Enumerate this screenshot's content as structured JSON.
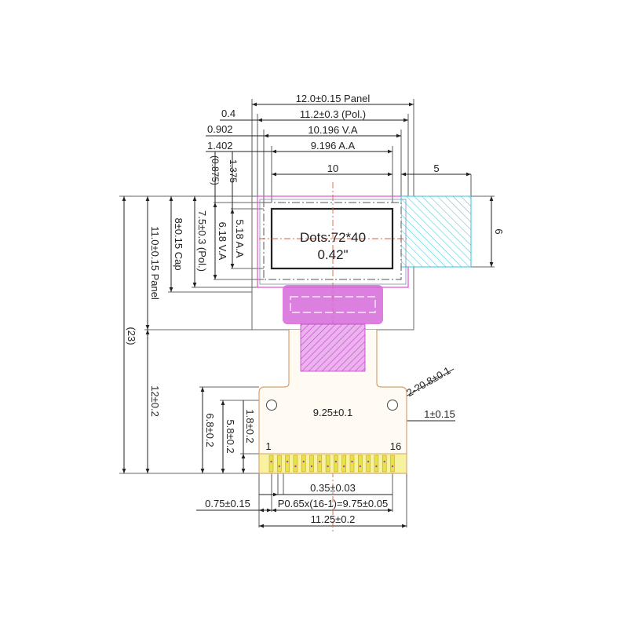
{
  "colors": {
    "outline": "#222222",
    "polarizer": "#e04fd0",
    "tail_fill": "#d56ad8",
    "hatch_cyan": "#33c3d8",
    "fpc_edge": "#d8a070",
    "pad": "#e8e24a",
    "center_line": "#e06040"
  },
  "panel": {
    "dots": "Dots:72*40",
    "size": "0.42\""
  },
  "dims_top": {
    "panel_w": "12.0±0.15 Panel",
    "pol_w": "11.2±0.3 (Pol.)",
    "va_w": "10.196 V.A",
    "aa_w": "9.196 A.A",
    "off_04": "0.4",
    "off_0902": "0.902",
    "off_1402": "1.402",
    "off_0875": "(0.875)",
    "off_1375": "1.375",
    "ten": "10",
    "five": "5"
  },
  "dims_left": {
    "total": "(23)",
    "panel_h": "11.0±0.15 Panel",
    "cap_h": "8±0.15 Cap",
    "pol_h": "7.5±0.3 (Pol.)",
    "va_h": "6.18 V.A",
    "aa_h": "5.18 A.A",
    "fpc_h": "12±0.2",
    "h68": "6.8±0.2",
    "h58": "5.8±0.2",
    "h18": "1.8±0.2"
  },
  "dims_right": {
    "six": "6",
    "hole": "2-?0.8±0.1",
    "hole_off": "1±0.15"
  },
  "dims_bottom": {
    "hole_span": "9.25±0.1",
    "pin_first": "1",
    "pin_last": "16",
    "pad_w": "0.35±0.03",
    "pitch": "P0.65x(16-1)=9.75±0.05",
    "edge": "0.75±0.15",
    "fpc_w": "11.25±0.2"
  }
}
